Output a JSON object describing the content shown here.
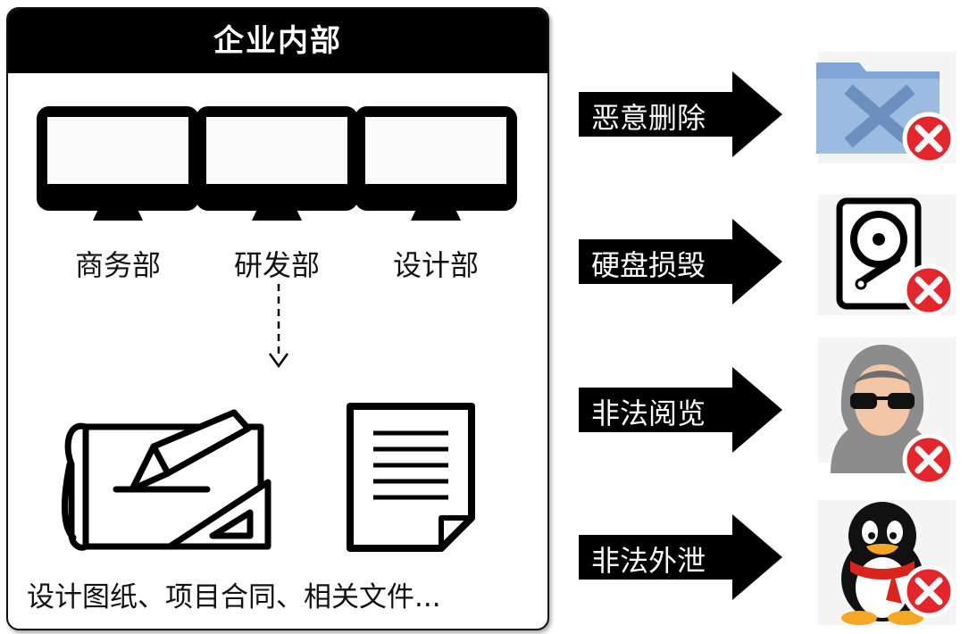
{
  "panel": {
    "title": "企业内部",
    "departments": [
      "商务部",
      "研发部",
      "设计部"
    ],
    "documents_label": "设计图纸、项目合同、相关文件..."
  },
  "threats": [
    {
      "label": "恶意删除",
      "icon": "folder-x-icon"
    },
    {
      "label": "硬盘损毁",
      "icon": "hard-drive-icon"
    },
    {
      "label": "非法阅览",
      "icon": "hooded-hacker-icon"
    },
    {
      "label": "非法外泄",
      "icon": "qq-penguin-icon"
    }
  ],
  "colors": {
    "header": "#000000",
    "arrow": "#000000",
    "cross": "#e3262b",
    "folder": "#9bbbe0"
  }
}
